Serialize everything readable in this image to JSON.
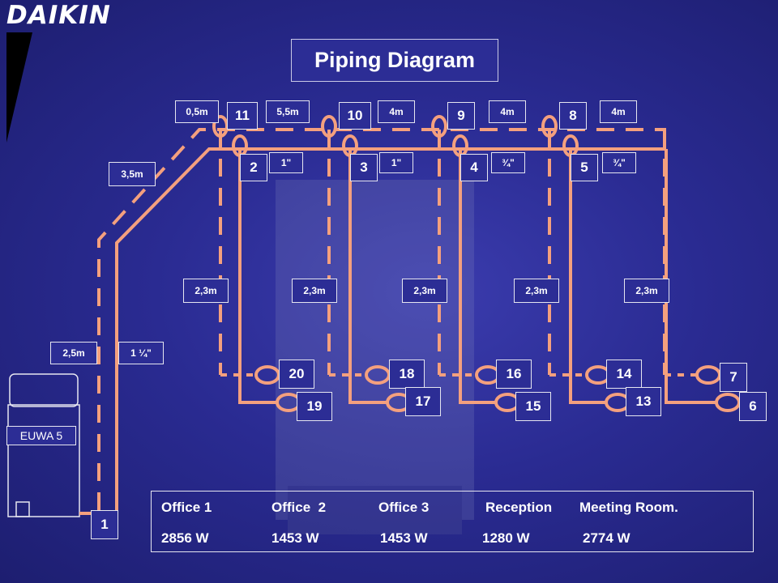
{
  "header": {
    "logo_text": "DAIKIN",
    "title": "Piping Diagram"
  },
  "colors": {
    "pipe": "#f4a07e",
    "background": "#2a2b92",
    "text": "#ffffff"
  },
  "unit": {
    "label": "EUWA 5"
  },
  "top_lengths": [
    "0,5m",
    "5,5m",
    "4m",
    "4m",
    "4m"
  ],
  "riser_lengths": [
    "2,3m",
    "2,3m",
    "2,3m",
    "2,3m",
    "2,3m"
  ],
  "diag_length": "3,5m",
  "base_length": "2,5m",
  "base_diameter": "1 ¼\"",
  "diameters": [
    "1\"",
    "1\"",
    "¾\"",
    "¾\""
  ],
  "nodes": {
    "top_supply": [
      "11",
      "10",
      "9",
      "8"
    ],
    "top_return": [
      "2",
      "3",
      "4",
      "5"
    ],
    "bottom_upper": [
      "20",
      "18",
      "16",
      "14",
      "7"
    ],
    "bottom_lower": [
      "19",
      "17",
      "15",
      "13",
      "6"
    ],
    "unit_node": "1"
  },
  "offices": {
    "names": [
      "Office 1",
      "Office  2",
      "Office 3",
      "Reception",
      "Meeting Room."
    ],
    "loads": [
      "2856 W",
      "1453 W",
      "1453 W",
      "1280 W",
      "2774 W"
    ]
  }
}
